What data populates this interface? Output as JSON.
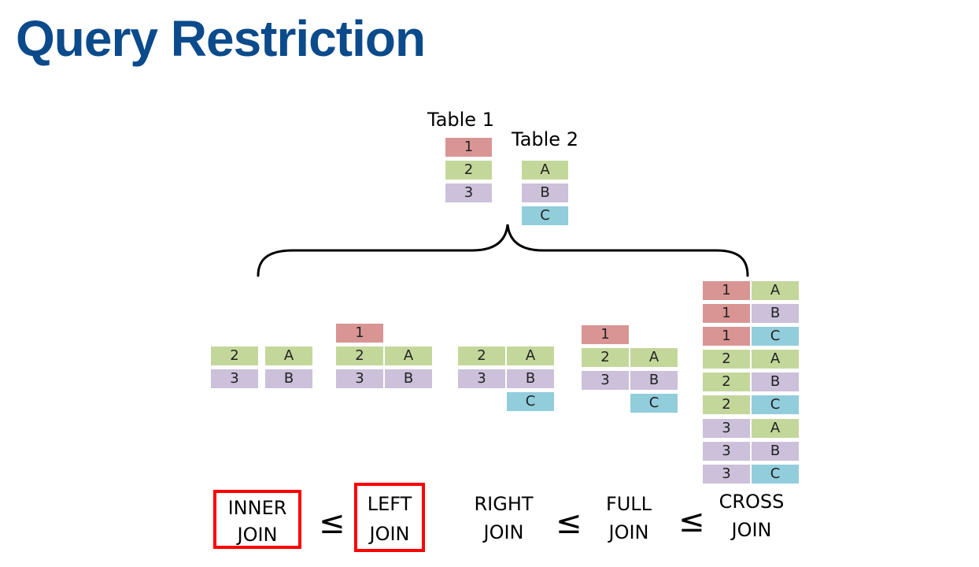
{
  "title": "Query Restriction",
  "table1": {
    "label": "Table 1",
    "rows": [
      "1",
      "2",
      "3"
    ]
  },
  "table2": {
    "label": "Table 2",
    "rows": [
      "A",
      "B",
      "C"
    ]
  },
  "results": {
    "inner": [
      [
        "2",
        "A"
      ],
      [
        "3",
        "B"
      ]
    ],
    "left": [
      [
        "1",
        ""
      ],
      [
        "2",
        "A"
      ],
      [
        "3",
        "B"
      ]
    ],
    "right": [
      [
        "2",
        "A"
      ],
      [
        "3",
        "B"
      ],
      [
        "",
        "C"
      ]
    ],
    "full": [
      [
        "1",
        ""
      ],
      [
        "2",
        "A"
      ],
      [
        "3",
        "B"
      ],
      [
        "",
        "C"
      ]
    ],
    "cross": [
      [
        "1",
        "A"
      ],
      [
        "1",
        "B"
      ],
      [
        "1",
        "C"
      ],
      [
        "2",
        "A"
      ],
      [
        "2",
        "B"
      ],
      [
        "2",
        "C"
      ],
      [
        "3",
        "A"
      ],
      [
        "3",
        "B"
      ],
      [
        "3",
        "C"
      ]
    ]
  },
  "joins": [
    {
      "line1": "INNER",
      "line2": "JOIN",
      "highlighted": true
    },
    {
      "line1": "LEFT",
      "line2": "JOIN",
      "highlighted": true
    },
    {
      "line1": "RIGHT",
      "line2": "JOIN",
      "highlighted": false
    },
    {
      "line1": "FULL",
      "line2": "JOIN",
      "highlighted": false
    },
    {
      "line1": "CROSS",
      "line2": "JOIN",
      "highlighted": false
    }
  ],
  "operator": "≤",
  "colors": {
    "title": "#0b4a8b",
    "row_1": "#d99594",
    "row_2_A": "#c4d79b",
    "row_3_B": "#ccc0da",
    "row_C": "#92cddc",
    "highlight_border": "#ff0000"
  }
}
